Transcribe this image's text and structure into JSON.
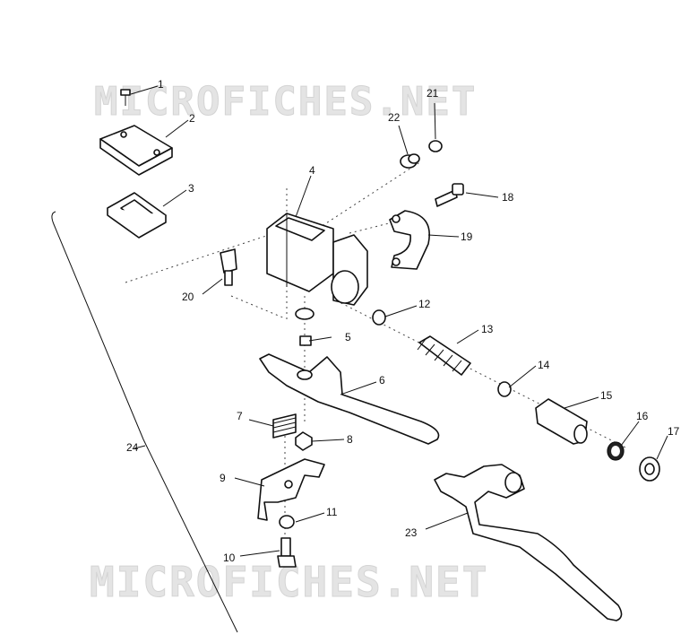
{
  "watermark": "MICROFICHES.NET",
  "callouts": {
    "c1": "1",
    "c2": "2",
    "c3": "3",
    "c4": "4",
    "c5": "5",
    "c6": "6",
    "c7": "7",
    "c8": "8",
    "c9": "9",
    "c10": "10",
    "c11": "11",
    "c12": "12",
    "c13": "13",
    "c14": "14",
    "c15": "15",
    "c16": "16",
    "c17": "17",
    "c18": "18",
    "c19": "19",
    "c20": "20",
    "c21": "21",
    "c22": "22",
    "c23": "23",
    "c24": "24"
  }
}
